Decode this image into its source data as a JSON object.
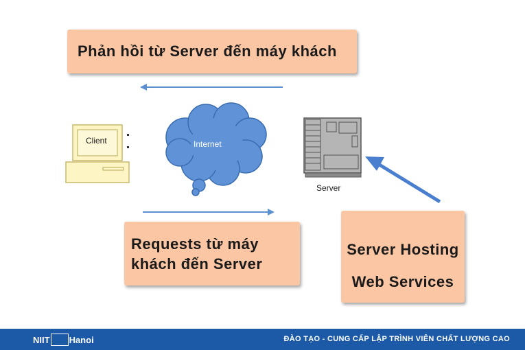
{
  "boxes": {
    "response": "Phản hồi từ Server đến máy khách",
    "request_line1": "Requests từ máy",
    "request_line2": "khách đến Server",
    "hosting_line1": "Server Hosting",
    "hosting_line2": "Web Services"
  },
  "labels": {
    "client": "Client",
    "internet": "Internet",
    "server": "Server"
  },
  "footer": {
    "logo_left": "NIIT",
    "logo_right": "Hanoi",
    "slogan": "ĐÀO TẠO - CUNG CẤP LẬP TRÌNH VIÊN CHẤT LƯỢNG CAO"
  },
  "colors": {
    "box_fill": "#fbc6a4",
    "arrow": "#5b8fd0",
    "cloud": "#5f92d7",
    "footer": "#1c5aa7"
  }
}
